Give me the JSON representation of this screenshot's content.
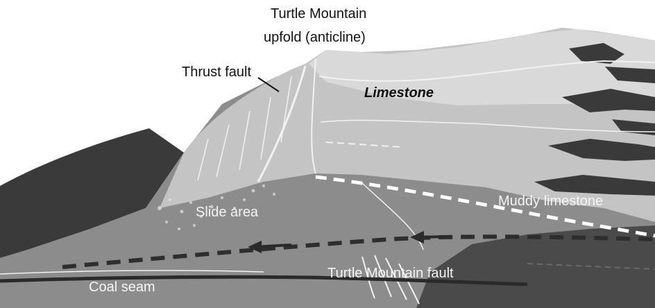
{
  "diagram": {
    "title_line1": "Turtle Mountain",
    "title_line2": "upfold (anticline)",
    "labels": {
      "thrust_fault": "Thrust fault",
      "limestone": "Limestone",
      "slide_area": "Slide area",
      "muddy_limestone": "Muddy limestone",
      "turtle_mountain_fault": "Turtle Mountain fault",
      "coal_seam": "Coal seam"
    },
    "colors": {
      "background": "#ffffff",
      "dark_rock": "#3a3a3a",
      "mid_rock": "#8c8c8c",
      "light_rock": "#c4c4c4",
      "pale_rock": "#d9d9d9",
      "line": "#f2f2f2"
    }
  }
}
